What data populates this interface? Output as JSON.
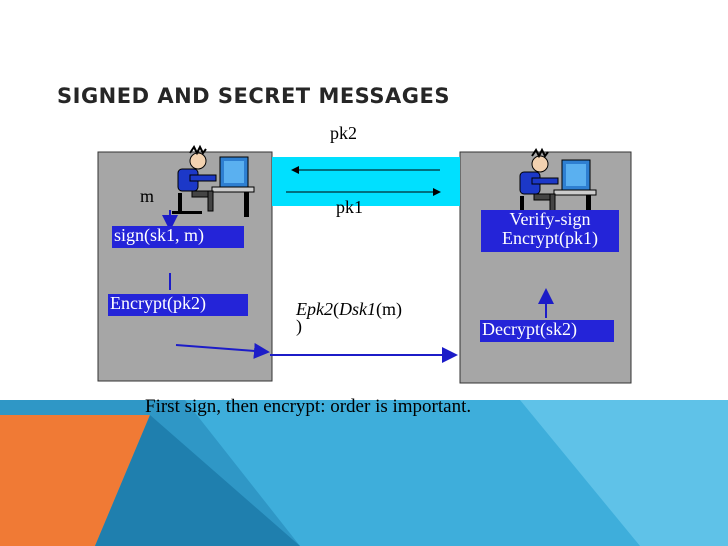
{
  "slide": {
    "title": "SIGNED AND SECRET MESSAGES",
    "caption": "First sign, then encrypt: order is important."
  },
  "diagram": {
    "channel": {
      "top_label": "pk2",
      "bottom_label": "pk1",
      "message_part1": "Epk2",
      "message_part2": "(",
      "message_part3": "Dsk1",
      "message_part4": "(m)",
      "message_part5": ")"
    },
    "sender": {
      "message_label": "m",
      "sign_step": "sign(sk1, m)",
      "encrypt_step": "Encrypt(pk2)"
    },
    "receiver": {
      "verify_line1": "Verify-sign",
      "verify_line2": "Encrypt(pk1)",
      "decrypt_step": "Decrypt(sk2)"
    }
  },
  "colors": {
    "panel_fill": "#a6a6a6",
    "channel_fill": "#00e0ff",
    "step_box_fill": "#2424d8",
    "arrow_color": "#1c1cc8",
    "deco_dark": "#1f7fae",
    "deco_light": "#3eaedb"
  }
}
